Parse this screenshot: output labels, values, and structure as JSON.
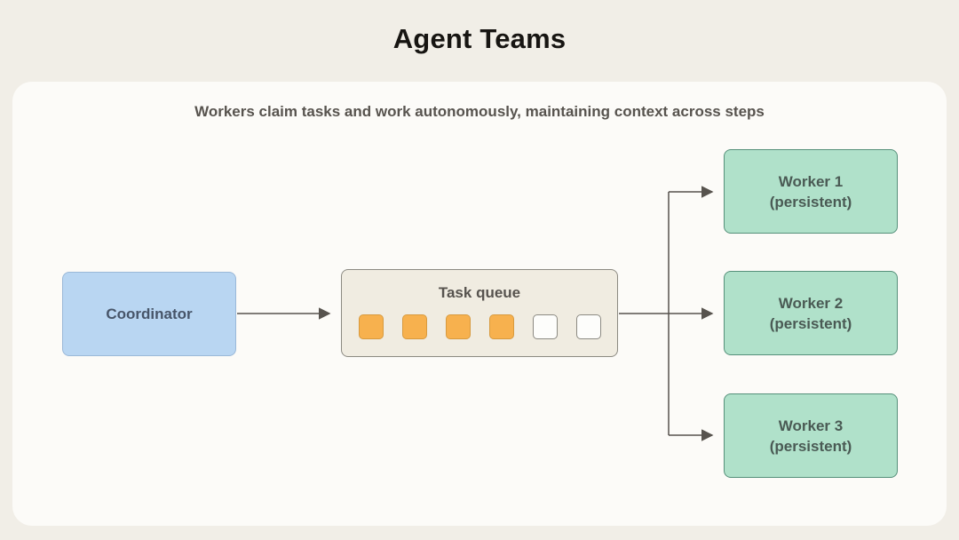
{
  "page": {
    "title": "Agent Teams",
    "subtitle": "Workers claim tasks and work autonomously, maintaining context across steps"
  },
  "diagram": {
    "coordinator": {
      "label": "Coordinator"
    },
    "task_queue": {
      "label": "Task queue",
      "slots": [
        {
          "filled": true
        },
        {
          "filled": true
        },
        {
          "filled": true
        },
        {
          "filled": true
        },
        {
          "filled": false
        },
        {
          "filled": false
        }
      ]
    },
    "workers": [
      {
        "name": "Worker 1",
        "sub": "(persistent)"
      },
      {
        "name": "Worker 2",
        "sub": "(persistent)"
      },
      {
        "name": "Worker 3",
        "sub": "(persistent)"
      }
    ]
  },
  "colors": {
    "background": "#f1eee7",
    "card": "#fcfbf8",
    "coordinator_fill": "#b9d6f2",
    "queue_fill": "#f0ece1",
    "queue_border": "#8c8a82",
    "slot_filled": "#f7b14e",
    "slot_filled_border": "#d89a3e",
    "slot_empty": "#fdfdfb",
    "worker_fill": "#b0e1ca",
    "worker_border": "#55907a",
    "arrow": "#57534e",
    "title_text": "#171512",
    "body_text": "#57534e"
  }
}
